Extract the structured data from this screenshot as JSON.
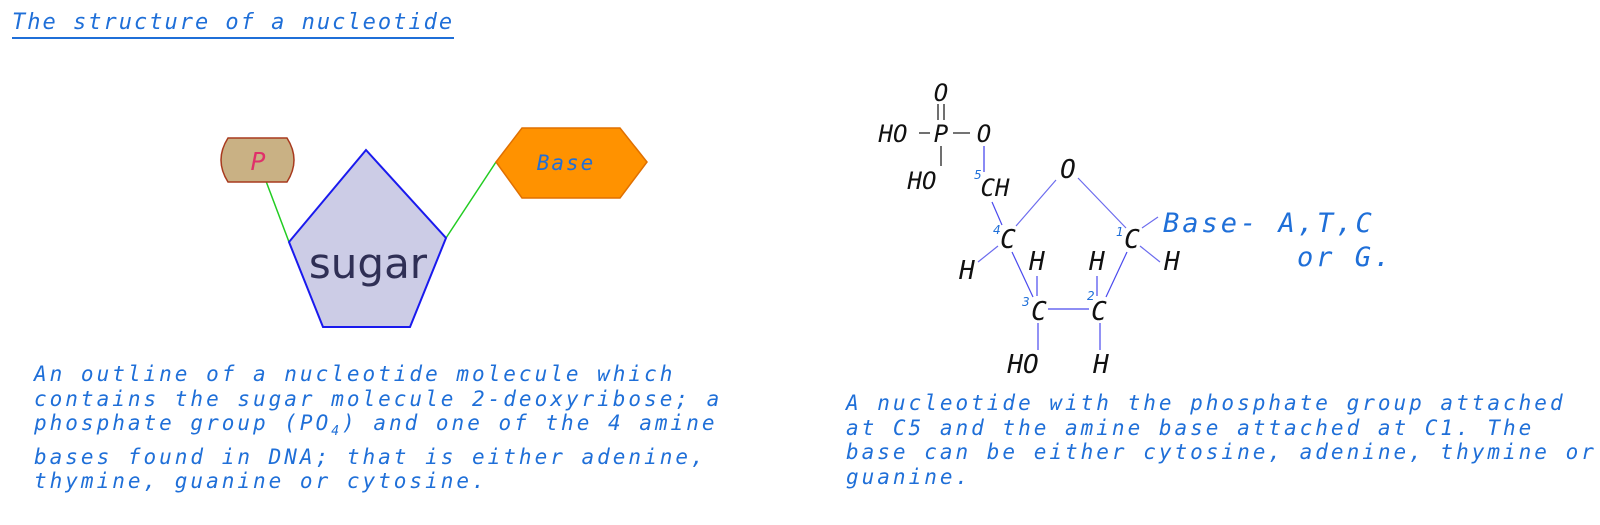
{
  "title": "The structure of a nucleotide",
  "outline": {
    "phosphate_label": "P",
    "sugar_label": "sugar",
    "base_label": "Base"
  },
  "molecule": {
    "o_double": "O",
    "phosphate_left": "HO",
    "phosphate_p": "P",
    "phosphate_right": "O",
    "phosphate_bottom": "HO",
    "ch": "CH",
    "ring_o": "O",
    "c4": "C",
    "c1": "C",
    "c3": "C",
    "c2": "C",
    "h_c4": "H",
    "h_c3_up": "H",
    "h_c2_up": "H",
    "h_c1": "H",
    "oh_c3": "HO",
    "h_c2_down": "H",
    "num_5": "5",
    "num_4": "4",
    "num_3": "3",
    "num_2": "2",
    "num_1": "1",
    "base_line1": "Base- A,T,C",
    "base_line2": "or G."
  },
  "caption_left": [
    "An outline of a nucleotide molecule which",
    "contains the sugar molecule 2-deoxyribose; a",
    "phosphate group (PO",
    "4",
    ") and one of the 4 amine",
    "bases found in DNA; that is either adenine,",
    "thymine, guanine or cytosine."
  ],
  "caption_right": [
    "A nucleotide with the phosphate group attached",
    "at C5 and the amine base attached at C1.  The",
    "base can be either cytosine, adenine, thymine or",
    "guanine."
  ],
  "colors": {
    "text_blue": "#1f6fd8",
    "sugar_fill": "#cccce6",
    "sugar_stroke": "#1a1aee",
    "phosphate_fill": "#c9b184",
    "phosphate_stroke": "#a83a1e",
    "phosphate_text": "#e0306a",
    "base_fill": "#ff9200",
    "base_stroke": "#e07000",
    "link_green": "#22cc22",
    "bond_blue": "#6b6bee"
  }
}
